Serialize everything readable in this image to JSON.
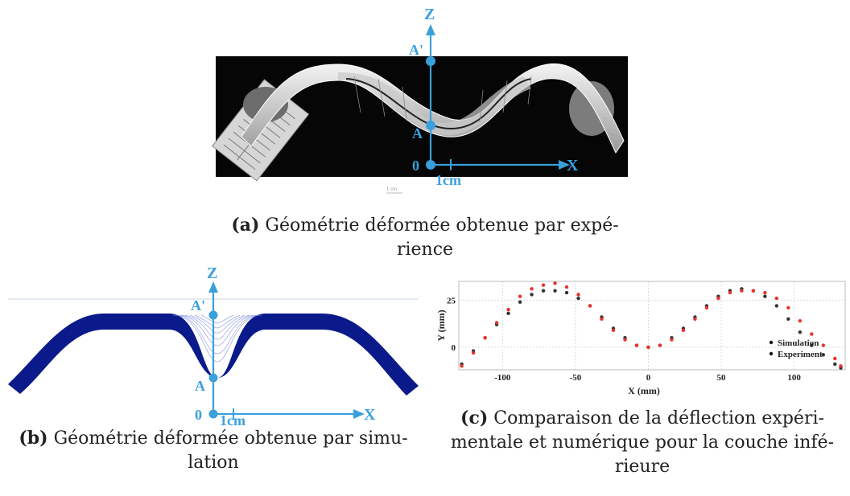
{
  "figure_a": {
    "axis_z": "Z",
    "axis_x": "X",
    "point_a_prime": "A'",
    "point_a": "A",
    "origin": "0",
    "scale": "1cm",
    "scale_small": "1 cm",
    "caption_tag": "(a)",
    "caption_line1": "Géométrie déformée obtenue par expé-",
    "caption_line2": "rience"
  },
  "figure_b": {
    "axis_z": "Z",
    "axis_x": "X",
    "point_a_prime": "A'",
    "point_a": "A",
    "origin": "0",
    "scale": "1cm",
    "caption_tag": "(b)",
    "caption_line1": "Géométrie déformée obtenue par simu-",
    "caption_line2": "lation"
  },
  "figure_c": {
    "caption_tag": "(c)",
    "caption_line1": "Comparaison de la déflection expéri-",
    "caption_line2": "mentale et numérique pour la couche infé-",
    "caption_line3": "rieure"
  },
  "colors": {
    "axis_blue": "#3aa0dc",
    "sim_series": "#333333",
    "exp_series": "#e8322c",
    "shell_blue": "#0b1a8a"
  },
  "chart_data": {
    "type": "scatter",
    "xlabel": "X (mm)",
    "ylabel": "Y (mm)",
    "xlim": [
      -130,
      135
    ],
    "ylim": [
      -12,
      35
    ],
    "xticks": [
      "-100",
      "-50",
      "0",
      "50",
      "100"
    ],
    "yticks": [
      "0",
      "25"
    ],
    "grid": true,
    "legend_position": "bottom-right",
    "series": [
      {
        "name": "Simulation",
        "color": "#333333",
        "x": [
          -128,
          -120,
          -112,
          -104,
          -96,
          -88,
          -80,
          -72,
          -64,
          -56,
          -48,
          -40,
          -32,
          -24,
          -16,
          -8,
          0,
          8,
          16,
          24,
          32,
          40,
          48,
          56,
          64,
          72,
          80,
          88,
          96,
          104,
          112,
          120,
          128,
          132
        ],
        "y": [
          -9,
          -2,
          5,
          12,
          18,
          24,
          28,
          30,
          30,
          29,
          26,
          22,
          16,
          10,
          5,
          1,
          0,
          1,
          5,
          10,
          16,
          22,
          27,
          30,
          31,
          30,
          27,
          22,
          15,
          8,
          1,
          -4,
          -9,
          -11
        ]
      },
      {
        "name": "Experiment",
        "color": "#e8322c",
        "x": [
          -128,
          -120,
          -112,
          -104,
          -96,
          -88,
          -80,
          -72,
          -64,
          -56,
          -48,
          -40,
          -32,
          -24,
          -16,
          -8,
          0,
          8,
          16,
          24,
          32,
          40,
          48,
          56,
          64,
          72,
          80,
          88,
          96,
          104,
          112,
          120,
          128,
          132
        ],
        "y": [
          -10,
          -3,
          5,
          13,
          20,
          27,
          31,
          33,
          34,
          32,
          28,
          22,
          15,
          9,
          4,
          1,
          0,
          1,
          4,
          9,
          15,
          21,
          26,
          29,
          30,
          30,
          29,
          26,
          21,
          14,
          7,
          1,
          -6,
          -10
        ]
      }
    ]
  }
}
